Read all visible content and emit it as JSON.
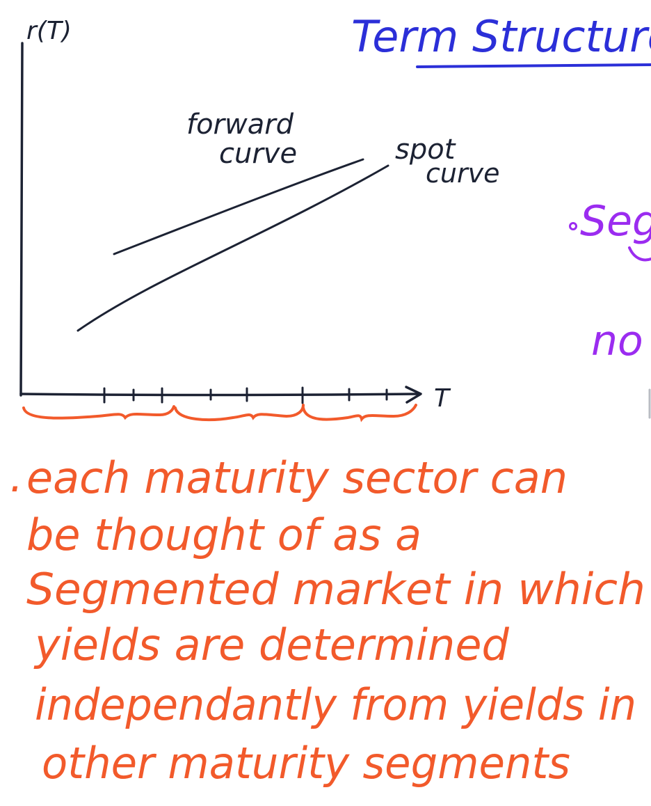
{
  "title": "Term Structure",
  "y_axis_label": "r(T)",
  "x_axis_label": "T",
  "curves": {
    "forward_label_line1": "forward",
    "forward_label_line2": "curve",
    "spot_label_line1": "spot",
    "spot_label_line2": "curve"
  },
  "right_fragments": {
    "seg": "Seg",
    "no": "no"
  },
  "note": {
    "bullet": ".",
    "lines": [
      "each maturity sector can",
      "be thought of as a",
      "Segmented market in which",
      "yields are determined",
      "independantly from yields in",
      "other maturity segments"
    ]
  },
  "colors": {
    "ink": "#1c2233",
    "title_blue": "#2b2fd8",
    "purple": "#9b2cf0",
    "orange": "#f25a2b"
  }
}
